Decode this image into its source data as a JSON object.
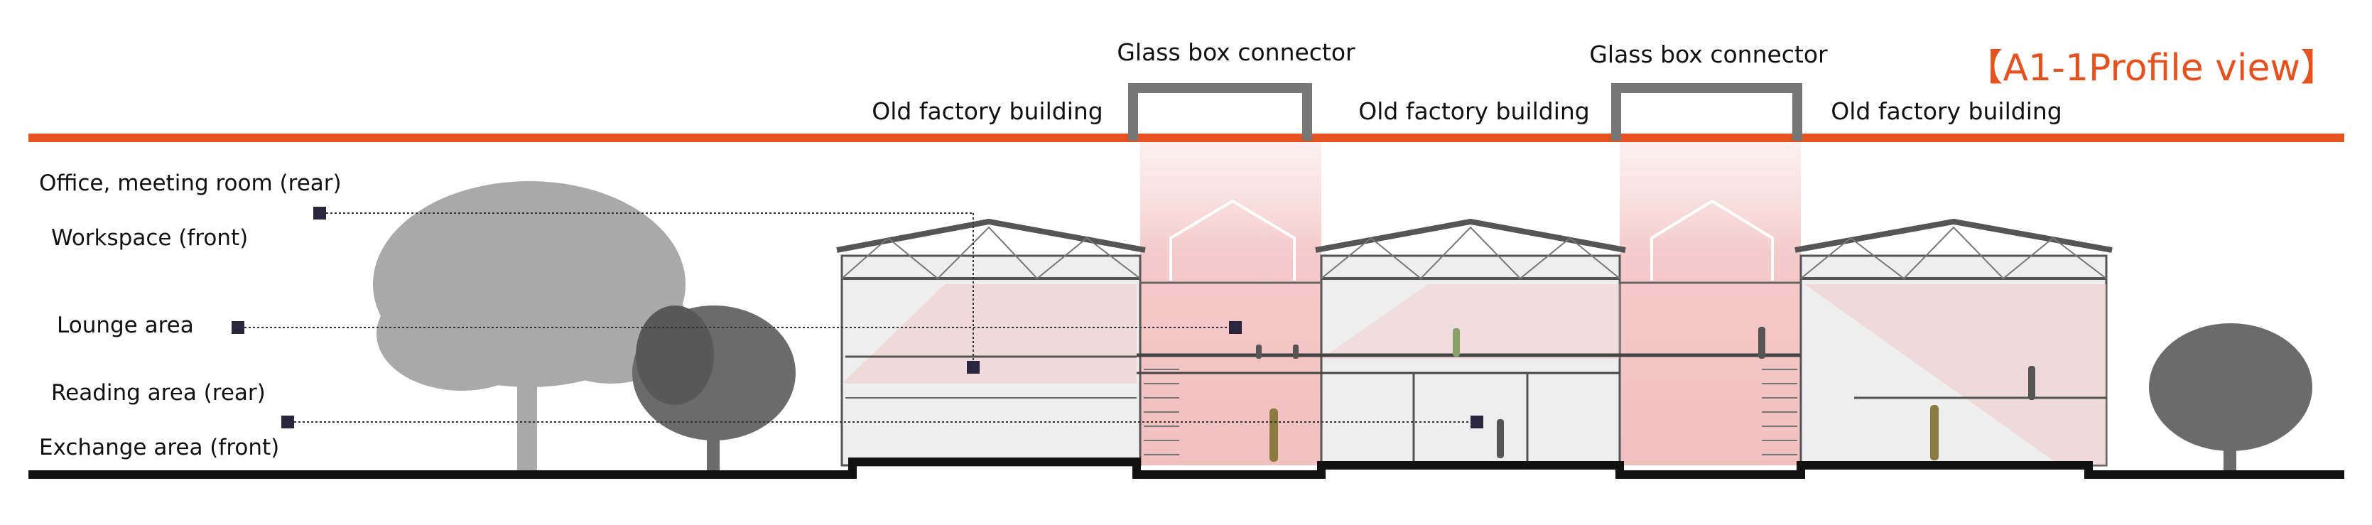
{
  "title": "【A1-1Profile view】",
  "building_labels": {
    "old_factory_1": "Old factory building",
    "old_factory_2": "Old factory building",
    "old_factory_3": "Old factory building",
    "glass_connector_1": "Glass box connector",
    "glass_connector_2": "Glass box connector"
  },
  "legend": {
    "office": "Office, meeting room (rear)",
    "workspace": "Workspace (front)",
    "lounge": "Lounge area",
    "reading": "Reading area (rear)",
    "exchange": "Exchange area (front)"
  },
  "colors": {
    "accent": "#e5521f",
    "glass_tint": "#f3c4c4",
    "structure": "#555555",
    "tree_light": "#a9a9a9",
    "tree_dark": "#6b6b6b",
    "ground": "#111111",
    "marker": "#2b2640"
  }
}
